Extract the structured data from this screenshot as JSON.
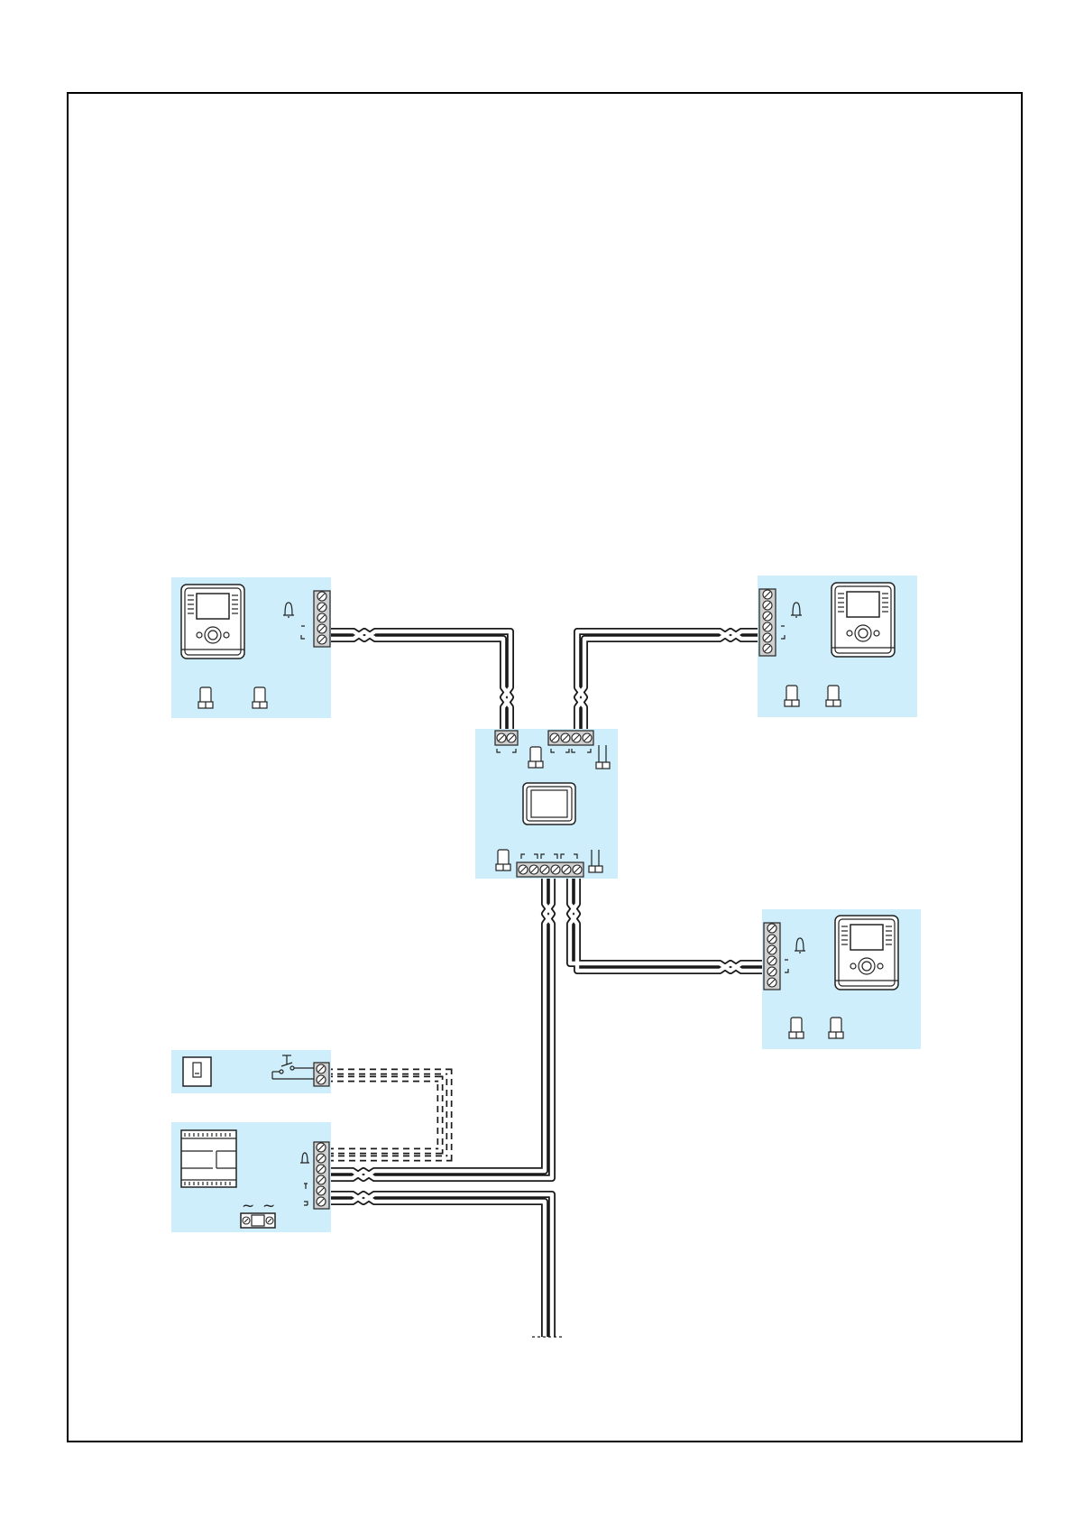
{
  "colors": {
    "panel": "#cdeefa",
    "frame": "#000000",
    "wire": "#1a1a1a"
  },
  "icons": {
    "bell": "bell-icon",
    "ac_source": "tilde-icon",
    "push_button": "push-button-icon",
    "jumper": "jumper-icon"
  },
  "symbols": {
    "ac_left": "~",
    "ac_right": "~"
  },
  "devices": {
    "monitor_top_left": {
      "terminals": 5
    },
    "monitor_top_right": {
      "terminals": 6
    },
    "monitor_mid_right": {
      "terminals": 6
    },
    "distributor": {
      "top_left_terminals": 2,
      "top_right_terminals": 4,
      "bottom_terminals": 6
    },
    "push_button_panel": {
      "terminals": 2
    },
    "power_supply": {
      "terminals": 6
    }
  }
}
